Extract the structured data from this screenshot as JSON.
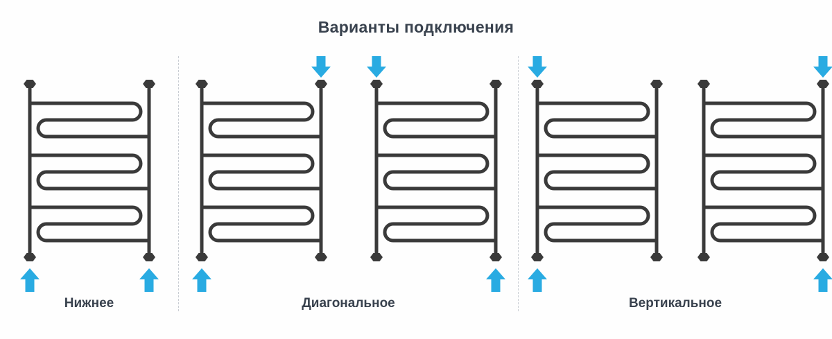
{
  "title": "Варианты подключения",
  "colors": {
    "background": "#fefefe",
    "line": "#3a3a3a",
    "arrow": "#29abe2",
    "text": "#39424e",
    "divider": "#c9cdd3"
  },
  "groups": [
    {
      "label": "Нижнее",
      "radiators": [
        {
          "name": "radiator-bottom-connection",
          "arrows": {
            "top_left": false,
            "top_right": false,
            "bottom_left": true,
            "bottom_right": true
          }
        }
      ]
    },
    {
      "label": "Диагональное",
      "radiators": [
        {
          "name": "radiator-diagonal-top-right-bottom-left",
          "arrows": {
            "top_left": false,
            "top_right": true,
            "bottom_left": true,
            "bottom_right": false
          }
        },
        {
          "name": "radiator-diagonal-top-left-bottom-right",
          "arrows": {
            "top_left": true,
            "top_right": false,
            "bottom_left": false,
            "bottom_right": true
          }
        }
      ]
    },
    {
      "label": "Вертикальное",
      "radiators": [
        {
          "name": "radiator-vertical-left-side",
          "arrows": {
            "top_left": true,
            "top_right": false,
            "bottom_left": true,
            "bottom_right": false
          }
        },
        {
          "name": "radiator-vertical-right-side",
          "arrows": {
            "top_left": false,
            "top_right": true,
            "bottom_left": false,
            "bottom_right": true
          }
        }
      ]
    }
  ]
}
